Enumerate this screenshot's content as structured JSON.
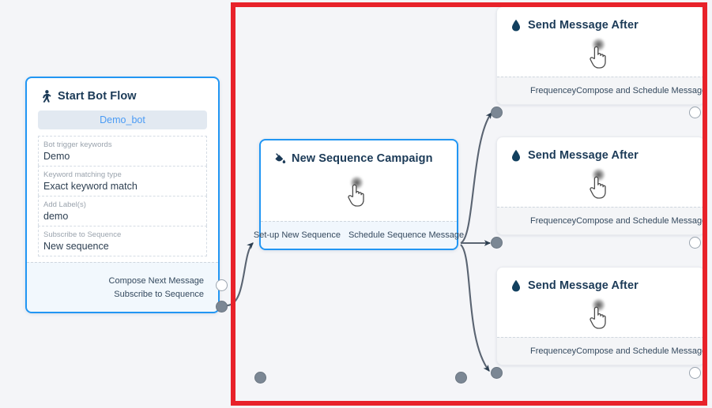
{
  "canvas": {
    "background_color": "#f4f5f8",
    "highlight_color": "#e8222a"
  },
  "nodes": [
    {
      "id": "start-bot-flow",
      "title": "Start Bot Flow",
      "icon": "running-person-icon",
      "selected": true,
      "bot_pill": "Demo_bot",
      "fields": [
        {
          "label": "Bot trigger keywords",
          "value": "Demo"
        },
        {
          "label": "Keyword matching type",
          "value": "Exact keyword match"
        },
        {
          "label": "Add Label(s)",
          "value": "demo"
        },
        {
          "label": "Subscribe to Sequence",
          "value": "New sequence"
        }
      ],
      "output_ports": [
        {
          "label": "Compose Next Message",
          "style": "hollow"
        },
        {
          "label": "Subscribe to Sequence",
          "style": "filled"
        }
      ]
    },
    {
      "id": "new-sequence-campaign",
      "title": "New Sequence Campaign",
      "icon": "paint-bucket-icon",
      "selected": true,
      "cursor": "pointing-hand-cursor",
      "input_port": {
        "label": "",
        "style": "filled"
      },
      "foot_labels": [
        "Set-up New Sequence",
        "Schedule Sequence Message"
      ],
      "output_port": {
        "style": "filled"
      }
    },
    {
      "id": "send-message-after-1",
      "title": "Send Message After",
      "icon": "droplet-icon",
      "selected": false,
      "cursor": "pointing-hand-cursor",
      "input_port_label": "Frequencey",
      "output_port_label": "Compose and Schedule Message"
    },
    {
      "id": "send-message-after-2",
      "title": "Send Message After",
      "icon": "droplet-icon",
      "selected": false,
      "cursor": "pointing-hand-cursor",
      "input_port_label": "Frequencey",
      "output_port_label": "Compose and Schedule Message"
    },
    {
      "id": "send-message-after-3",
      "title": "Send Message After",
      "icon": "droplet-icon",
      "selected": false,
      "cursor": "pointing-hand-cursor",
      "input_port_label": "Frequencey",
      "output_port_label": "Compose and Schedule Message"
    }
  ],
  "colors": {
    "node_border_selected": "#2196f3",
    "edge": "#5a6472",
    "port_filled": "#7b8794",
    "port_hollow_border": "#9aa4af",
    "title_text": "#1b3a57",
    "pill_text": "#4a9bf5",
    "pill_bg": "#e2e9f1"
  }
}
